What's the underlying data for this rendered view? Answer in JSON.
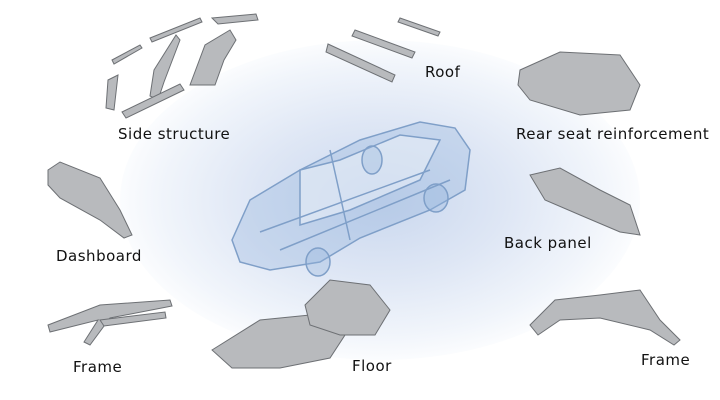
{
  "labels": {
    "side_structure": "Side structure",
    "roof": "Roof",
    "rear_seat": "Rear seat reinforcement",
    "dashboard": "Dashboard",
    "back_panel": "Back panel",
    "frame_left": "Frame",
    "floor": "Floor",
    "frame_right": "Frame"
  }
}
